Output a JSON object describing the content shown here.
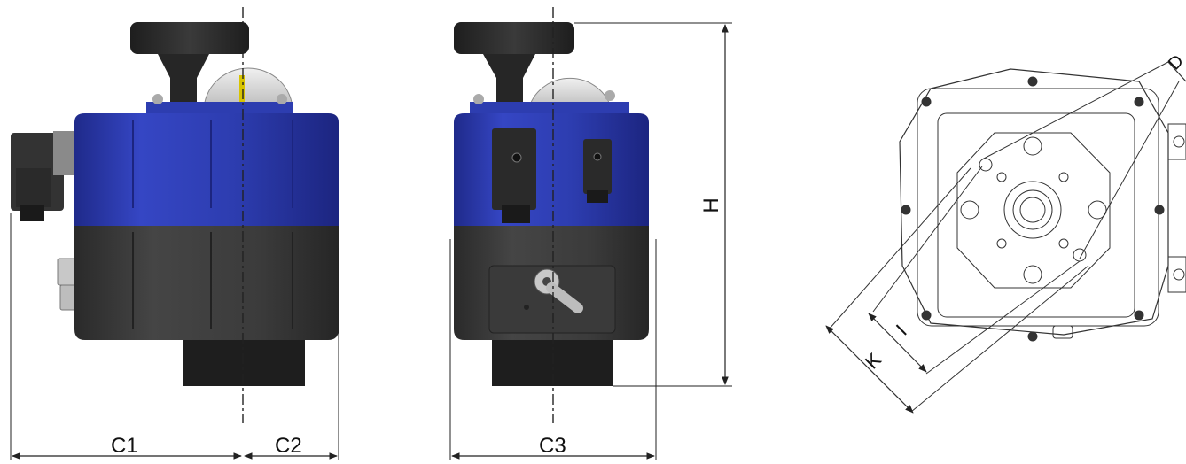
{
  "dimensions": {
    "c1": "C1",
    "c2": "C2",
    "c3": "C3",
    "h": "H",
    "k": "K",
    "l": "I",
    "d": "D"
  },
  "colors": {
    "cover_blue": "#2f3fb8",
    "base_dark": "#3a3a3a",
    "knob_dark": "#2b2b2b",
    "line": "#222222"
  }
}
